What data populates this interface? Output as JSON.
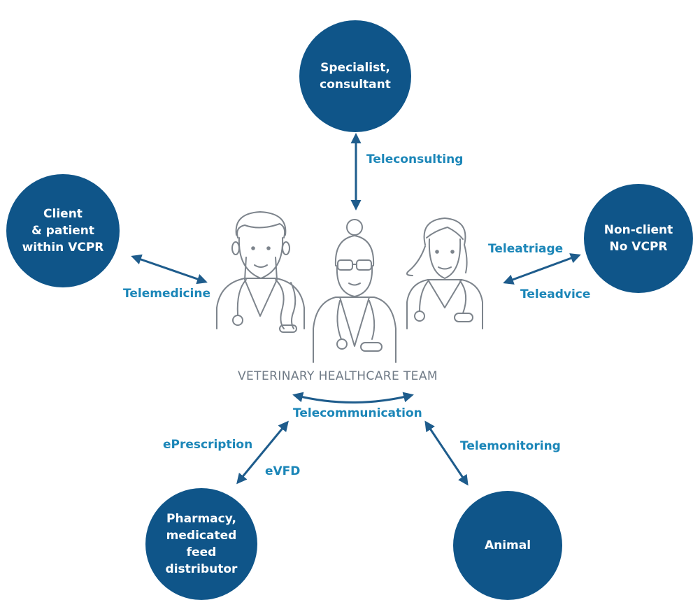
{
  "colors": {
    "node_fill": "#0f5589",
    "label_text": "#1b86b8",
    "arrow": "#1e5c8c",
    "team_title": "#6f7a86",
    "figure_stroke": "#7d848c"
  },
  "nodes": {
    "specialist": {
      "lines": [
        "Specialist,",
        "consultant"
      ]
    },
    "client": {
      "lines": [
        "Client",
        "& patient",
        "within VCPR"
      ]
    },
    "non_client": {
      "lines": [
        "Non-client",
        "No VCPR"
      ]
    },
    "pharmacy": {
      "lines": [
        "Pharmacy,",
        "medicated",
        "feed",
        "distributor"
      ]
    },
    "animal": {
      "lines": [
        "Animal"
      ]
    }
  },
  "team": {
    "title": "VETERINARY HEALTHCARE TEAM",
    "figures": [
      "male-veterinarian-icon",
      "female-veterinarian-glasses-icon",
      "female-veterinarian-icon"
    ]
  },
  "links": {
    "teleconsulting": "Teleconsulting",
    "telemedicine": "Telemedicine",
    "teleatriage": "Teleatriage",
    "teleadvice": "Teleadvice",
    "telecommunication": "Telecommunication",
    "eprescription": "ePrescription",
    "evfd": "eVFD",
    "telemonitoring": "Telemonitoring"
  }
}
